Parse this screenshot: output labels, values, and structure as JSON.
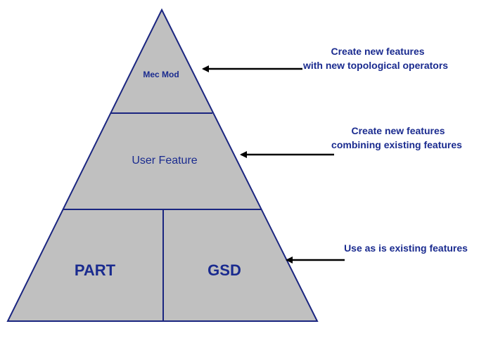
{
  "pyramid": {
    "top": "Mec Mod",
    "middle": "User Feature",
    "bottom_left": "PART",
    "bottom_right": "GSD"
  },
  "annotations": {
    "top": {
      "line1": "Create new features",
      "line2": "with new topological operators"
    },
    "middle": {
      "line1": "Create new features",
      "line2": "combining existing features"
    },
    "bottom": {
      "line1": "Use as is existing features"
    }
  },
  "colors": {
    "fill": "#c0c0c0",
    "outline": "#1a2580",
    "text": "#1a2b8f",
    "arrow": "#000000"
  }
}
